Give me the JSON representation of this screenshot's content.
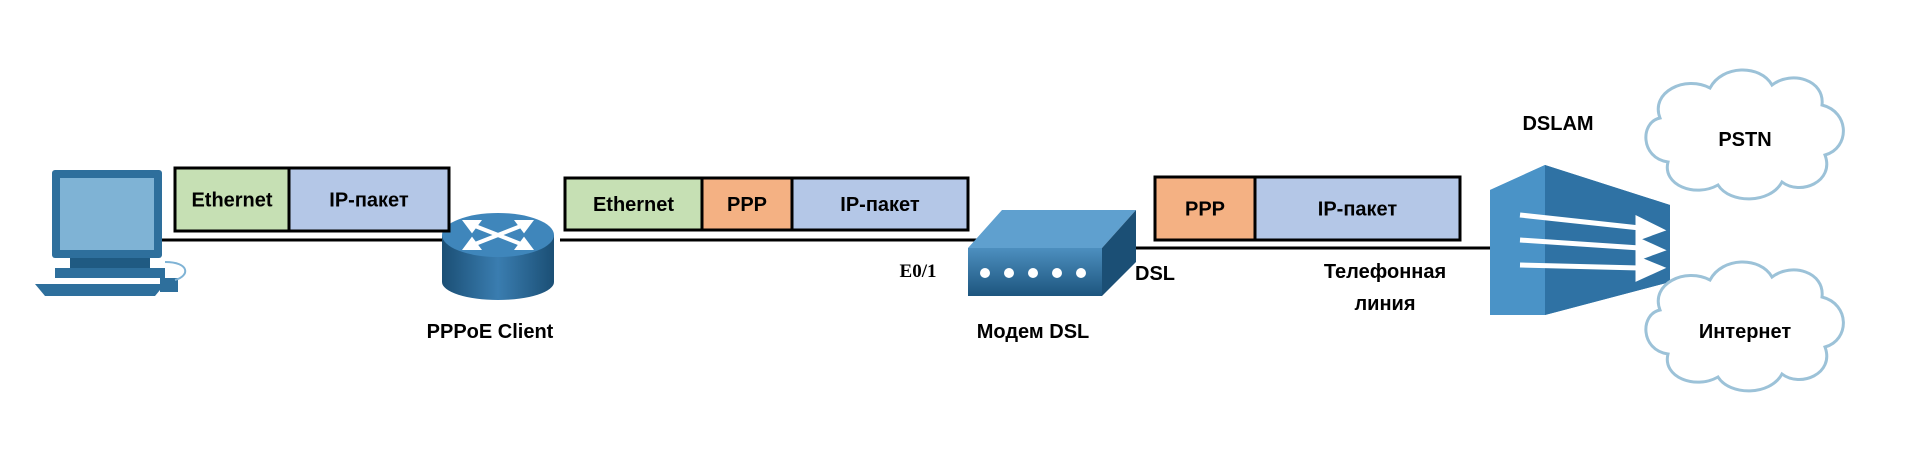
{
  "frames": {
    "pc_to_router": [
      {
        "label": "Ethernet",
        "type": "ethernet"
      },
      {
        "label": "IP-пакет",
        "type": "ip"
      }
    ],
    "router_to_modem": [
      {
        "label": "Ethernet",
        "type": "ethernet"
      },
      {
        "label": "PPP",
        "type": "ppp"
      },
      {
        "label": "IP-пакет",
        "type": "ip"
      }
    ],
    "modem_to_dslam": [
      {
        "label": "PPP",
        "type": "ppp"
      },
      {
        "label": "IP-пакет",
        "type": "ip"
      }
    ]
  },
  "labels": {
    "router": "PPPoE Client",
    "interface": "E0/1",
    "modem": "Модем DSL",
    "dsl": "DSL",
    "phone_line_1": "Телефонная",
    "phone_line_2": "линия",
    "dslam": "DSLAM"
  },
  "clouds": {
    "pstn": "PSTN",
    "internet": "Интернет"
  },
  "colors": {
    "ethernet": "#c6e0b4",
    "ppp": "#f4b183",
    "ip": "#b4c7e7",
    "device": "#2e6f9c",
    "cloud_stroke": "#9cc2d8"
  }
}
